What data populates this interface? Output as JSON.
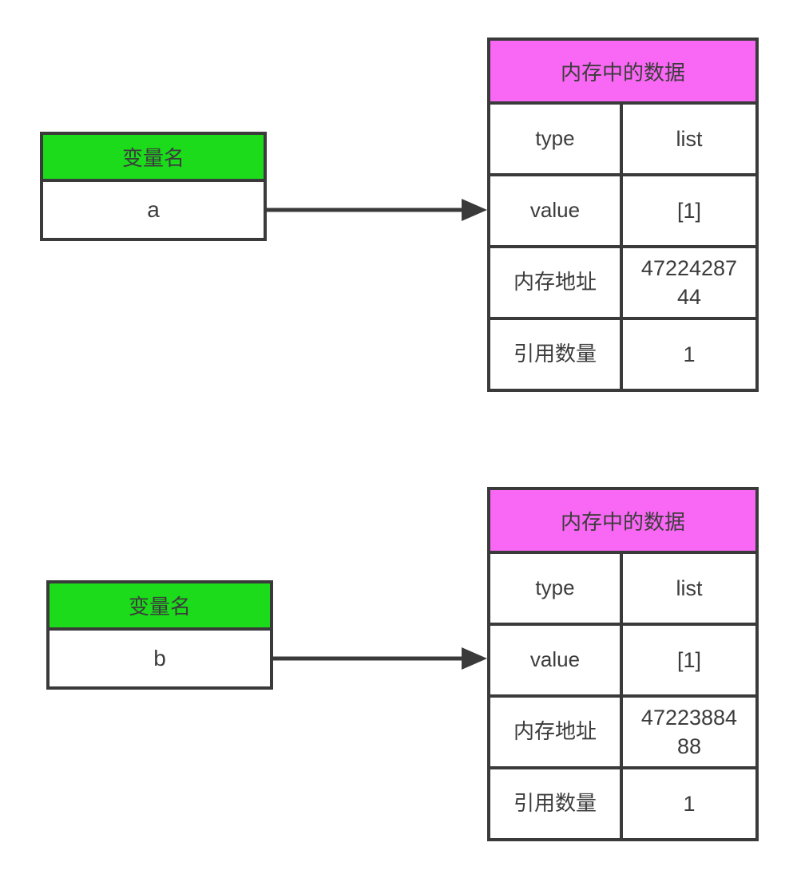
{
  "colors": {
    "green_header": "#1bdb1b",
    "magenta_header": "#f968f4",
    "border": "#3a3a3a",
    "text": "#3c3c3c"
  },
  "groups": [
    {
      "variable": {
        "header": "变量名",
        "name": "a"
      },
      "memory": {
        "title": "内存中的数据",
        "rows": [
          {
            "label": "type",
            "value": "list"
          },
          {
            "label": "value",
            "value": "[1]"
          },
          {
            "label": "内存地址",
            "value": "4722428744"
          },
          {
            "label": "引用数量",
            "value": "1"
          }
        ]
      }
    },
    {
      "variable": {
        "header": "变量名",
        "name": "b"
      },
      "memory": {
        "title": "内存中的数据",
        "rows": [
          {
            "label": "type",
            "value": "list"
          },
          {
            "label": "value",
            "value": "[1]"
          },
          {
            "label": "内存地址",
            "value": "4722388488"
          },
          {
            "label": "引用数量",
            "value": "1"
          }
        ]
      }
    }
  ]
}
